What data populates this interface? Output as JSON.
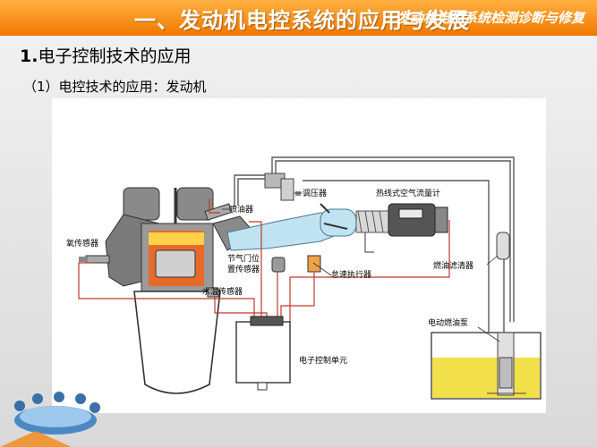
{
  "header": {
    "title": "一、发动机电控系统的应用与发展",
    "subtitle": "发动机电控系统检测诊断与修复"
  },
  "heading1": {
    "number": "1.",
    "text": "电子控制技术的应用"
  },
  "heading2": "（1）电控技术的应用：发动机",
  "diagram": {
    "labels": {
      "pressure_regulator": "调压器",
      "injector": "喷油器",
      "hot_wire_maf": "热线式空气流量计",
      "oxygen_sensor": "氧传感器",
      "throttle_sensor_line1": "节气门位",
      "throttle_sensor_line2": "置传感器",
      "fuel_filter": "燃油滤清器",
      "idle_actuator": "怠速执行器",
      "coolant_temp_sensor": "水温传感器",
      "electric_fuel_pump": "电动燃油泵",
      "ecu": "电子控制单元"
    }
  },
  "colors": {
    "accent": "#f28c1c",
    "pipe": "#5a5a5a",
    "wire": "#c0392b",
    "intake": "#bfe3f0",
    "fuel": "#f2e04a"
  }
}
